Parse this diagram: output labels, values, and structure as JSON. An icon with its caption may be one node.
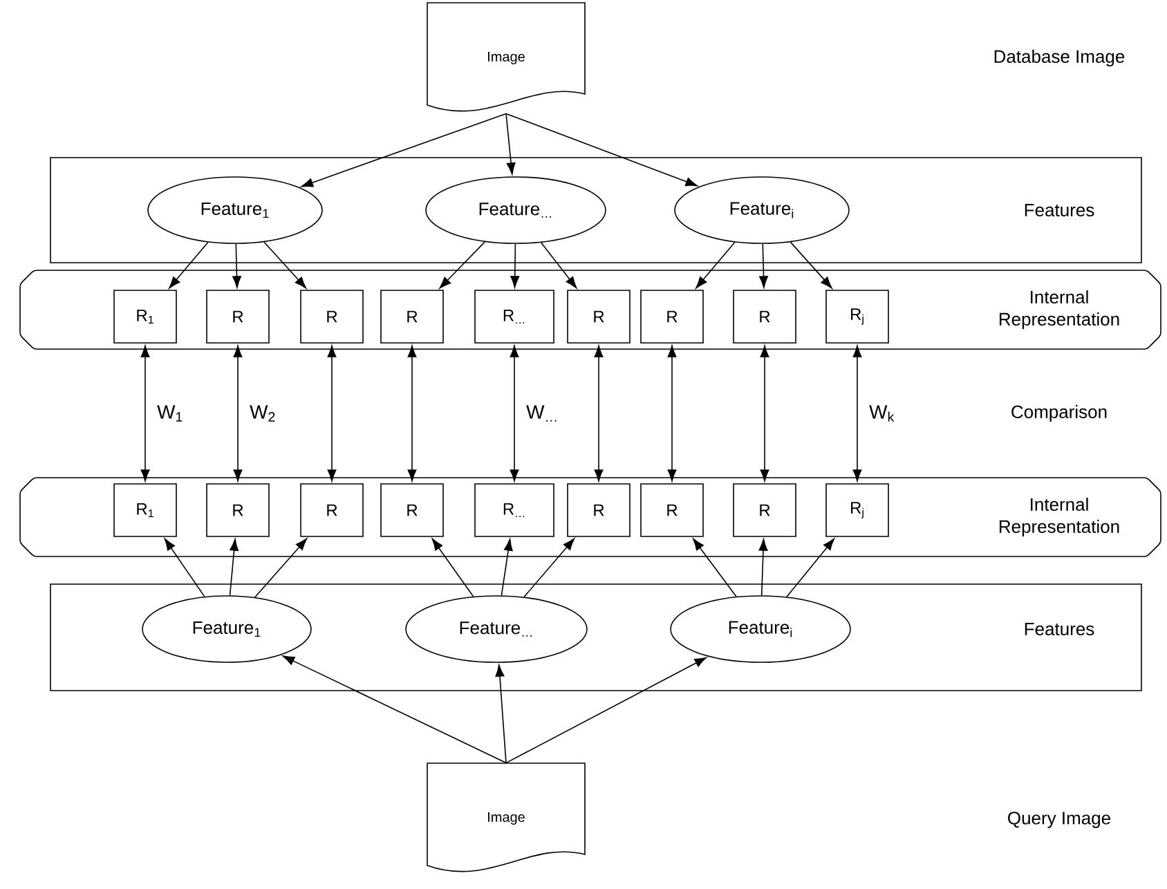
{
  "diagram": {
    "nodes": [
      {
        "text": [
          "Image"
        ]
      },
      {
        "text": [
          "Features"
        ]
      },
      {
        "text": [
          "Feature$_{1}$"
        ],
        "in": 1
      },
      {
        "text": [
          "Feature$_{…}$"
        ],
        "in": 1
      },
      {
        "text": [
          "Feature$_{i}$"
        ],
        "in": 1
      },
      {
        "text": [
          "Internal Representation"
        ]
      },
      {
        "text": [
          "R$_{1}$"
        ],
        "in": 5
      },
      {
        "text": [
          "R"
        ],
        "in": 5
      },
      {
        "text": [
          "R"
        ],
        "in": 5
      },
      {
        "text": [
          "R"
        ],
        "in": 5
      },
      {
        "text": [
          "R$_{…}$"
        ],
        "in": 5
      },
      {
        "text": [
          "R"
        ],
        "in": 5
      },
      {
        "text": [
          "R"
        ],
        "in": 5
      },
      {
        "text": [
          "R"
        ],
        "in": 5
      },
      {
        "text": [
          "R$_{j}$"
        ],
        "in": 5
      },
      {
        "text": [
          "Internal Representation"
        ]
      },
      {
        "text": [
          "R$_{1}$"
        ],
        "in": 15
      },
      {
        "text": [
          "R"
        ],
        "in": 15
      },
      {
        "text": [
          "R"
        ],
        "in": 15
      },
      {
        "text": [
          "R"
        ],
        "in": 15
      },
      {
        "text": [
          "R$_{…}$"
        ],
        "in": 15
      },
      {
        "text": [
          "R"
        ],
        "in": 15
      },
      {
        "text": [
          "R"
        ],
        "in": 15
      },
      {
        "text": [
          "R"
        ],
        "in": 15
      },
      {
        "text": [
          "R$_{j}$"
        ],
        "in": 15
      },
      {
        "text": [
          "Features"
        ]
      },
      {
        "text": [
          "Feature$_{1}$"
        ],
        "in": 25
      },
      {
        "text": [
          "Feature$_{…}$"
        ],
        "in": 25
      },
      {
        "text": [
          "Feature$_{i}$"
        ],
        "in": 25
      },
      {
        "text": [
          "Image"
        ]
      }
    ],
    "edges": [
      {
        "from": 0,
        "to": 2,
        "arrow": "to"
      },
      {
        "from": 0,
        "to": 3,
        "arrow": "to"
      },
      {
        "from": 0,
        "to": 4,
        "arrow": "to"
      },
      {
        "from": 2,
        "to": 6,
        "arrow": "to"
      },
      {
        "from": 2,
        "to": 7,
        "arrow": "to"
      },
      {
        "from": 2,
        "to": 8,
        "arrow": "to"
      },
      {
        "from": 3,
        "to": 9,
        "arrow": "to"
      },
      {
        "from": 3,
        "to": 10,
        "arrow": "to"
      },
      {
        "from": 3,
        "to": 11,
        "arrow": "to"
      },
      {
        "from": 4,
        "to": 12,
        "arrow": "to"
      },
      {
        "from": 4,
        "to": 13,
        "arrow": "to"
      },
      {
        "from": 4,
        "to": 14,
        "arrow": "to"
      },
      {
        "from": 6,
        "to": 16,
        "arrow": "both",
        "label": "W$_{1}$"
      },
      {
        "from": 7,
        "to": 17,
        "arrow": "both",
        "label": "W$_{2}$"
      },
      {
        "from": 8,
        "to": 18,
        "arrow": "both"
      },
      {
        "from": 9,
        "to": 19,
        "arrow": "both"
      },
      {
        "from": 10,
        "to": 20,
        "arrow": "both",
        "label": "W$_{…}$"
      },
      {
        "from": 11,
        "to": 21,
        "arrow": "both"
      },
      {
        "from": 12,
        "to": 22,
        "arrow": "both"
      },
      {
        "from": 13,
        "to": 23,
        "arrow": "both"
      },
      {
        "from": 14,
        "to": 24,
        "arrow": "both",
        "label": "W$_{k}$"
      },
      {
        "from": 26,
        "to": 16,
        "arrow": "to"
      },
      {
        "from": 26,
        "to": 17,
        "arrow": "to"
      },
      {
        "from": 26,
        "to": 18,
        "arrow": "to"
      },
      {
        "from": 27,
        "to": 19,
        "arrow": "to"
      },
      {
        "from": 27,
        "to": 20,
        "arrow": "to"
      },
      {
        "from": 27,
        "to": 21,
        "arrow": "to"
      },
      {
        "from": 28,
        "to": 22,
        "arrow": "to"
      },
      {
        "from": 28,
        "to": 23,
        "arrow": "to"
      },
      {
        "from": 28,
        "to": 24,
        "arrow": "to"
      },
      {
        "from": 29,
        "to": 26,
        "arrow": "to"
      },
      {
        "from": 29,
        "to": 27,
        "arrow": "to"
      },
      {
        "from": 29,
        "to": 28,
        "arrow": "to"
      }
    ],
    "labels": [
      "Database Image",
      "Comparison",
      "Query Image"
    ]
  }
}
